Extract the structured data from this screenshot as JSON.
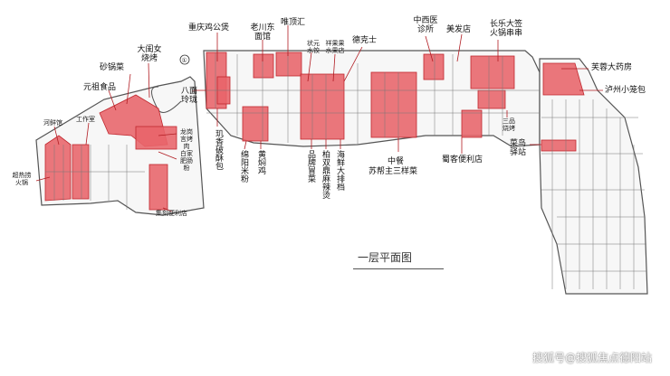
{
  "colors": {
    "shop_fill": "#e8646a",
    "shop_stroke": "#c0282f",
    "wall": "#555555",
    "leader": "#b11c22"
  },
  "title": "一层平面图",
  "watermark": "搜狐号@搜狐焦点德阳站",
  "compass_mark": "①",
  "labels": {
    "chongqing": "重庆鸡公煲",
    "laochuan": "老川东面馆",
    "weidinghui": "唯顶汇",
    "zhongxiyi": "中西医诊所",
    "meifa": "美发店",
    "changle": "长乐大签火锅串串",
    "datannv": "大闺女烧烤",
    "shaguo": "砂锅菜",
    "yuanzu": "元祖食品",
    "bamian": "八面玲珑",
    "zhuangyuan": "状元水饺",
    "xiangguoguo": "祥果果水果店",
    "dekeshi": "德克士",
    "furong": "芙蓉大药房",
    "luzhou": "泸州小笼包",
    "hexian": "河鲜馆",
    "gongzuo": "工作室",
    "longgang": "龙岗言烤肉",
    "baijia": "白家肥肠粉",
    "chaore": "超热捞火锅",
    "jike": "集刻便利店",
    "jizha": "玑香破酥包",
    "mianyang": "绵阳米粉",
    "huangmen": "黄焖鸡",
    "pinpai": "品牌冒菜",
    "boshuang": "柏双鼎麻辣烫",
    "haixian": "海鲜大排档",
    "zhongcan": "中餐",
    "subang": "苏帮主三样菜",
    "shuke": "蜀客便利店",
    "sanpin": "三品烧烤",
    "cainiao": "菜鸟驿站"
  }
}
